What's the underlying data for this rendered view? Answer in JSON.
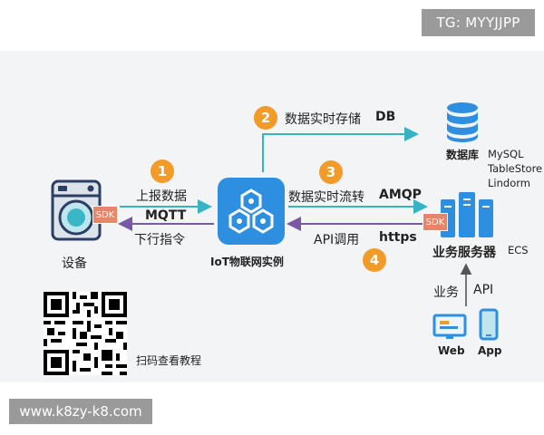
{
  "watermarks": {
    "tg": "TG: MYYJJPP",
    "url": "www.k8zy-k8.com"
  },
  "nodes": {
    "device": "设备",
    "iot_instance": "IoT物联网实例",
    "database": {
      "name": "数据库",
      "types": [
        "MySQL",
        "TableStore",
        "Lindorm"
      ]
    },
    "server": {
      "name": "业务服务器",
      "suffix": "ECS"
    },
    "clients": [
      "Web",
      "App"
    ]
  },
  "edges": {
    "step1": {
      "num": "1",
      "top": "上报数据",
      "bottom": "MQTT"
    },
    "down": "下行指令",
    "step2": {
      "num": "2",
      "text": "数据实时存储",
      "bold": "DB"
    },
    "step3": {
      "num": "3",
      "text": "数据实时流转",
      "bold": "AMQP"
    },
    "step4": {
      "num": "4",
      "text": "API调用",
      "bold": "https"
    },
    "business": {
      "text": "业务",
      "api": "API"
    }
  },
  "sdk_label": "SDK",
  "qr_caption": "扫码查看教程",
  "colors": {
    "teal": "#36b3c4",
    "purple": "#7a58a8",
    "orange": "#f29b28",
    "blue": "#2e8fe0"
  }
}
